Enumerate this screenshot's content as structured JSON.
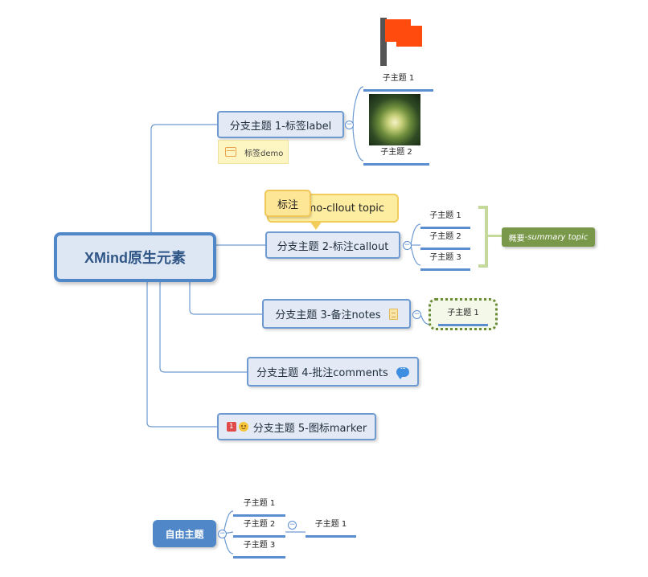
{
  "central": {
    "title": "XMind原生元素"
  },
  "branches": [
    {
      "label": "分支主题 1-标签label",
      "children": [
        "子主题 1",
        "子主题 2"
      ],
      "flag_icon": "red-flag",
      "label_tag": "标签demo"
    },
    {
      "label": "分支主题 2-标注callout",
      "children": [
        "子主题 1",
        "子主题 2",
        "子主题 3"
      ],
      "callout_text": "mo-cllout topic",
      "callout_tag": "标注",
      "summary": {
        "prefix": "概要",
        "sep": "-",
        "text": "summary topic"
      }
    },
    {
      "label": "分支主题 3-备注notes",
      "children": [
        "子主题 1"
      ],
      "icon": "note-icon"
    },
    {
      "label": "分支主题 4-批注comments",
      "icon": "comment-icon"
    },
    {
      "label": "分支主题 5-图标marker",
      "markers": {
        "number": "1",
        "smiley": "smiley-marker"
      }
    }
  ],
  "free_topic": {
    "label": "自由主题",
    "children": [
      "子主题 1",
      "子主题 2",
      "子主题 3"
    ],
    "grandchild": "子主题 1"
  },
  "colors": {
    "branch_border": "#6d9ad1",
    "accent": "#4f87c9",
    "summary": "#79984a",
    "callout": "#fdeda0"
  }
}
